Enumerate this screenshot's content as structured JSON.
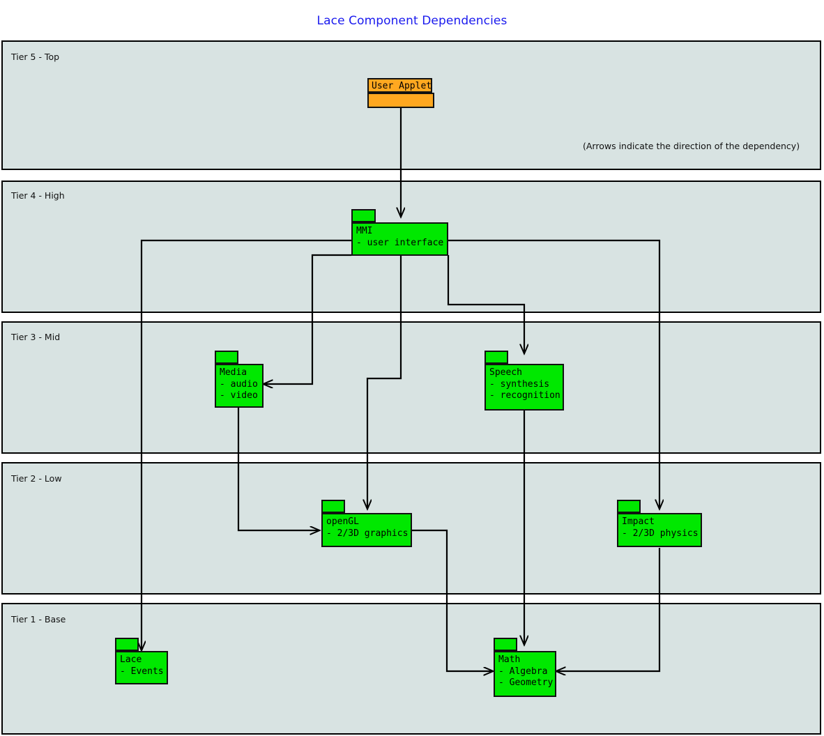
{
  "title": "Lace Component Dependencies",
  "note": "(Arrows indicate the direction of the dependency)",
  "tiers": [
    {
      "label": "Tier 5 - Top"
    },
    {
      "label": "Tier 4 - High"
    },
    {
      "label": "Tier 3 - Mid"
    },
    {
      "label": "Tier 2 - Low"
    },
    {
      "label": "Tier 1 - Base"
    }
  ],
  "colors": {
    "title": "#1a1aee",
    "tier_fill": "#d8e3e2",
    "package_fill": "#00e800",
    "applet_fill": "#ffa820",
    "stroke": "#111111"
  },
  "packages": {
    "user_applet": {
      "name": "User Applet",
      "tier": "Tier 5 - Top"
    },
    "mmi": {
      "name": "MMI",
      "lines": "MMI\n- user interface",
      "tier": "Tier 4 - High"
    },
    "media": {
      "name": "Media",
      "lines": "Media\n- audio\n- video",
      "tier": "Tier 3 - Mid"
    },
    "speech": {
      "name": "Speech",
      "lines": "Speech\n- synthesis\n- recognition",
      "tier": "Tier 3 - Mid"
    },
    "opengl": {
      "name": "openGL",
      "lines": "openGL\n- 2/3D graphics",
      "tier": "Tier 2 - Low"
    },
    "impact": {
      "name": "Impact",
      "lines": "Impact\n- 2/3D physics",
      "tier": "Tier 2 - Low"
    },
    "lace": {
      "name": "Lace",
      "lines": "Lace\n- Events",
      "tier": "Tier 1 - Base"
    },
    "math": {
      "name": "Math",
      "lines": "Math\n- Algebra\n- Geometry",
      "tier": "Tier 1 - Base"
    }
  },
  "dependencies": [
    {
      "from": "User Applet",
      "to": "MMI"
    },
    {
      "from": "MMI",
      "to": "Media"
    },
    {
      "from": "MMI",
      "to": "Speech"
    },
    {
      "from": "MMI",
      "to": "openGL"
    },
    {
      "from": "MMI",
      "to": "Impact"
    },
    {
      "from": "MMI",
      "to": "Lace"
    },
    {
      "from": "Media",
      "to": "openGL"
    },
    {
      "from": "Speech",
      "to": "Math"
    },
    {
      "from": "openGL",
      "to": "Math"
    },
    {
      "from": "Impact",
      "to": "Math"
    }
  ]
}
